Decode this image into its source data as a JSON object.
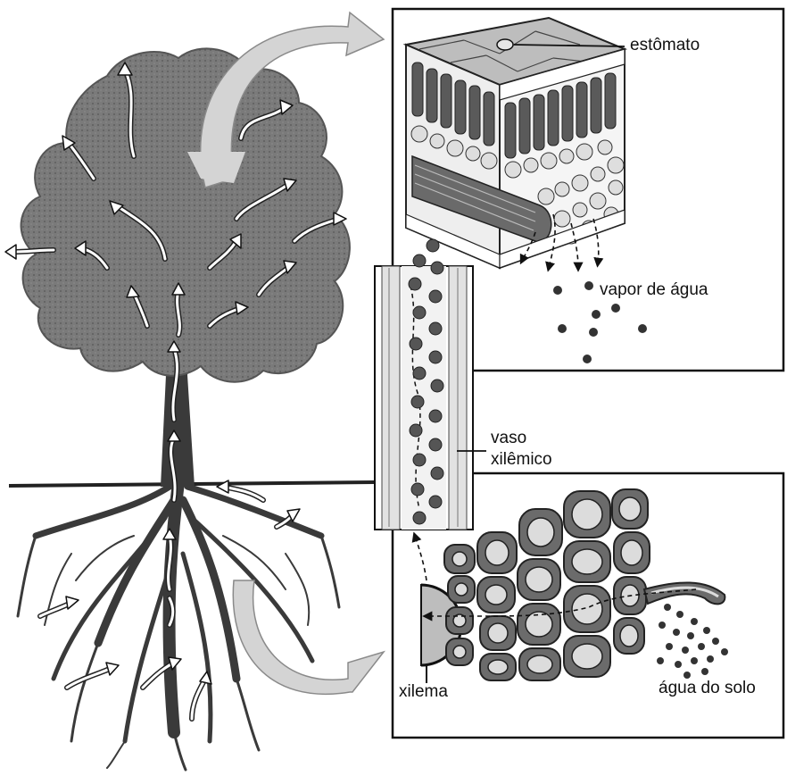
{
  "labels": {
    "stomata": "estômato",
    "water_vapor": "vapor de água",
    "vessel_line1": "vaso",
    "vessel_line2": "xilêmico",
    "xylem": "xilema",
    "soil_water": "água do solo"
  },
  "colors": {
    "canopy": "#6f6f6f",
    "trunk": "#3a3a3a",
    "light_gray": "#cfcfcf",
    "dark_gray": "#555555",
    "outline": "#111111",
    "arrow_fill": "#ffffff"
  },
  "icons": {
    "flow_arrow": "curved-arrow-icon",
    "transfer_arrow": "large-curved-arrow-icon"
  }
}
